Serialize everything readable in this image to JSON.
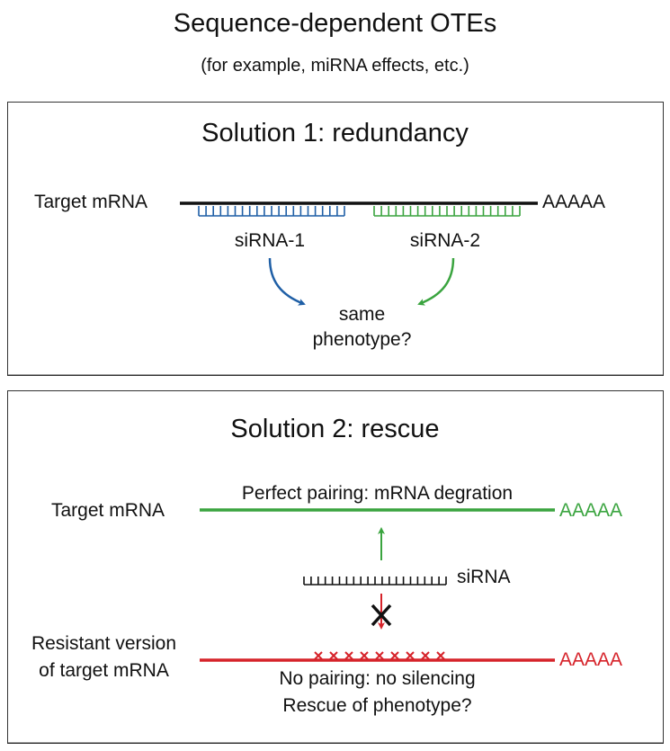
{
  "title": "Sequence-dependent OTEs",
  "subtitle": "(for example, miRNA effects, etc.)",
  "colors": {
    "blue": "#1f5fa6",
    "green": "#3aa43f",
    "red": "#d6232a",
    "black": "#111111"
  },
  "solution1": {
    "heading": "Solution 1: redundancy",
    "target_label": "Target mRNA",
    "polyA": "AAAAA",
    "sirna1_label": "siRNA-1",
    "sirna2_label": "siRNA-2",
    "outcome_line1": "same",
    "outcome_line2": "phenotype?"
  },
  "solution2": {
    "heading": "Solution 2: rescue",
    "target_label": "Target mRNA",
    "perfect_pairing_label": "Perfect pairing: mRNA degration",
    "polyA_target": "AAAAA",
    "sirna_label": "siRNA",
    "resistant_label_line1": "Resistant version",
    "resistant_label_line2": "of target mRNA",
    "polyA_resistant": "AAAAA",
    "mismatch_count": 9,
    "no_pairing_label": "No pairing: no silencing",
    "rescue_label": "Rescue of phenotype?"
  }
}
